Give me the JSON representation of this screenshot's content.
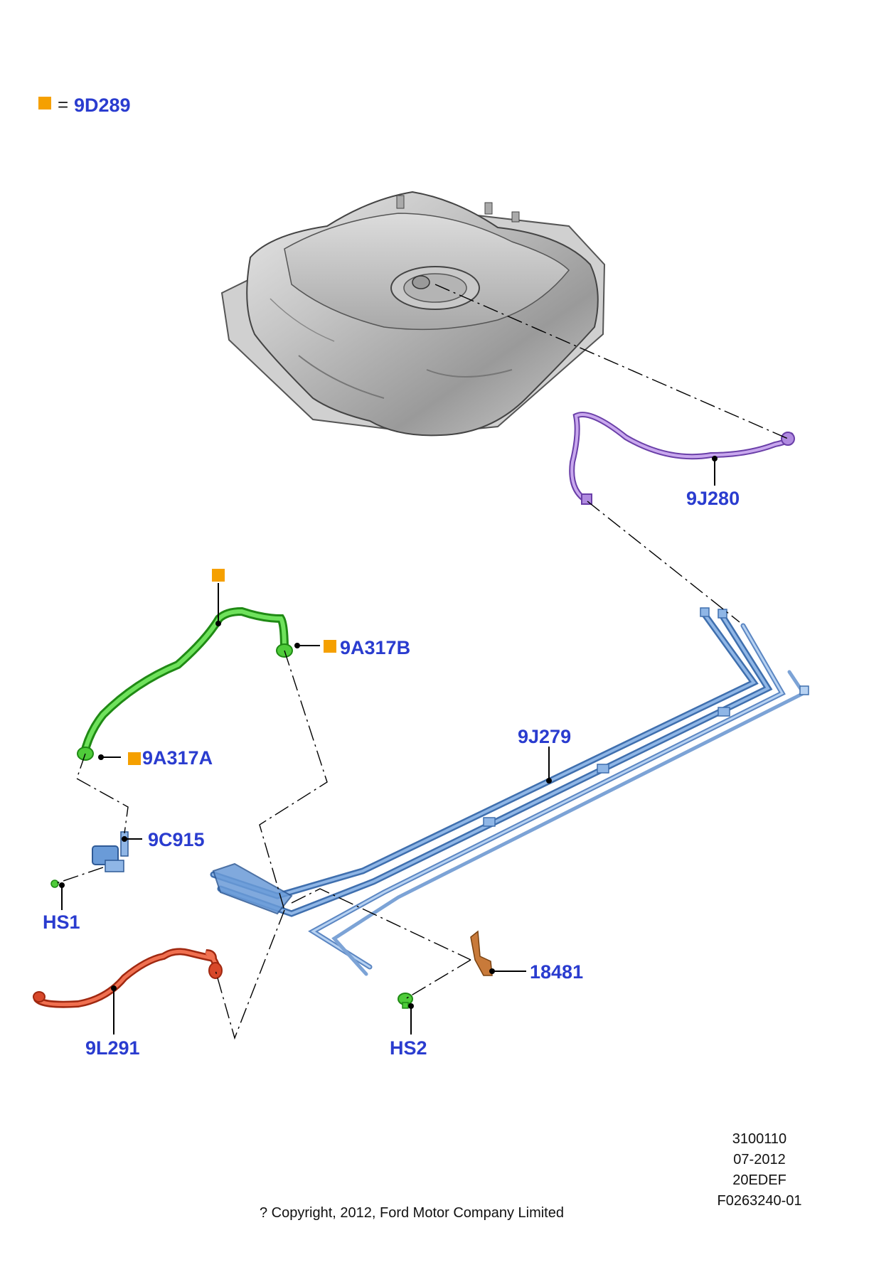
{
  "legend": {
    "equals_sign": "=",
    "code": "9D289",
    "marker_color": "#f5a000"
  },
  "parts": {
    "fuel_line_purple": "9J280",
    "fuel_lines_blue": "9J279",
    "vapour_tube_b": "9A317B",
    "vapour_tube_a": "9A317A",
    "valve": "9C915",
    "screw_1": "HS1",
    "screw_2": "HS2",
    "bracket": "18481",
    "filler_vent_tube": "9L291"
  },
  "colors": {
    "label": "#2a3ccf",
    "tank": "#b8b8b8",
    "purple_line": "#9a66cc",
    "blue_lines": "#6a9bd8",
    "green_tube": "#3cc22c",
    "red_tube": "#d8482a",
    "bracket": "#c87a3a",
    "marker": "#f5a000"
  },
  "footer": {
    "ref_1": "3100110",
    "ref_2": "07-2012",
    "ref_3": "20EDEF",
    "ref_4": "F0263240-01",
    "copyright": "? Copyright, 2012, Ford Motor Company Limited"
  }
}
